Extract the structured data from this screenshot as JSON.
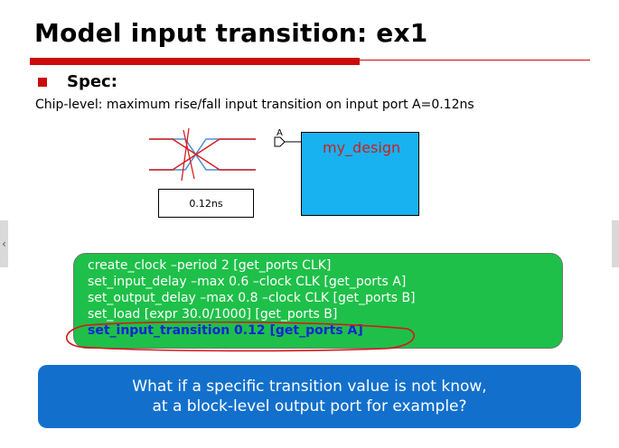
{
  "slide": {
    "title": "Model input transition: ex1",
    "spec_label": "Spec:",
    "spec_text": "Chip-level: maximum  rise/fall input transition on input port A=0.12ns",
    "waveform": {
      "transition_label": "0.12ns"
    },
    "port": {
      "label": "A"
    },
    "design": {
      "label": "my_design",
      "color": "#18b2f0"
    },
    "code": {
      "lines": [
        "create_clock –period 2 [get_ports CLK]",
        "set_input_delay –max 0.6 –clock CLK [get_ports A]",
        "set_output_delay –max 0.8 –clock CLK [get_ports B]",
        "set_load [expr 30.0/1000] [get_ports B]",
        "set_input_transition  0.12 [get_ports A]"
      ],
      "highlighted_index": 4,
      "background": "#1ec049",
      "highlight_color": "#1424d8"
    },
    "question": {
      "line1": "What if a specific transition value is not know,",
      "line2": "at a block-level output port for example?",
      "background": "#1270cc"
    },
    "accent_color": "#cc0a0a"
  }
}
